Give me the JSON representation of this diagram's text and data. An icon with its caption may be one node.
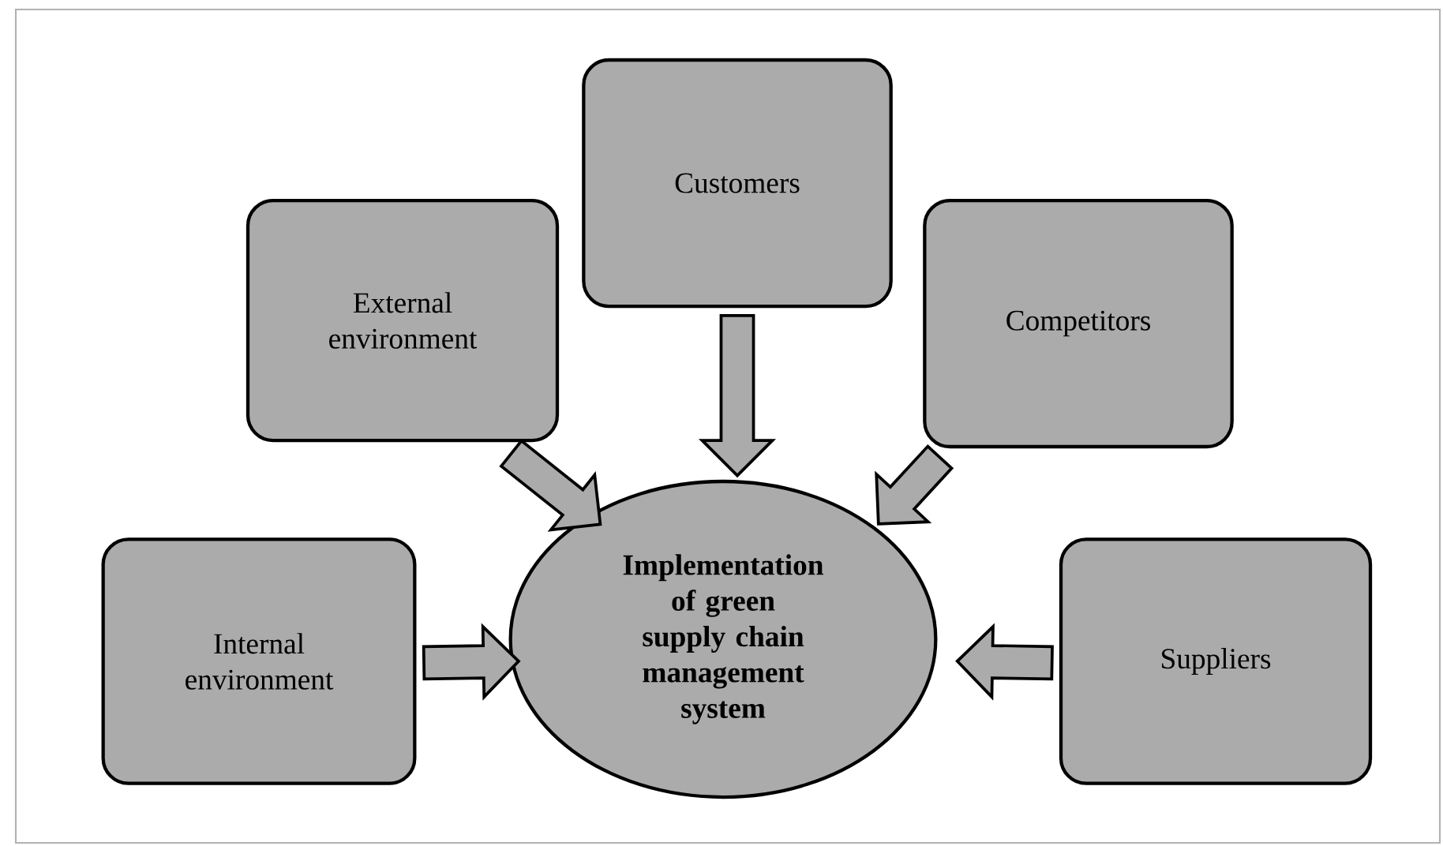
{
  "diagram": {
    "nodes": [
      {
        "text": [
          "External environment"
        ]
      },
      {
        "text": [
          "Customers"
        ]
      },
      {
        "text": [
          "Competitors"
        ]
      },
      {
        "text": [
          "Internal environment"
        ]
      },
      {
        "text": [
          "Suppliers"
        ]
      },
      {
        "text": [
          "Implementation of green supply chain management system"
        ]
      }
    ],
    "edges": [
      {
        "from": 0,
        "to": 5,
        "arrow": "to"
      },
      {
        "from": 1,
        "to": 5,
        "arrow": "to"
      },
      {
        "from": 2,
        "to": 5,
        "arrow": "to"
      },
      {
        "from": 3,
        "to": 5,
        "arrow": "to"
      },
      {
        "from": 4,
        "to": 5,
        "arrow": "to"
      }
    ]
  }
}
